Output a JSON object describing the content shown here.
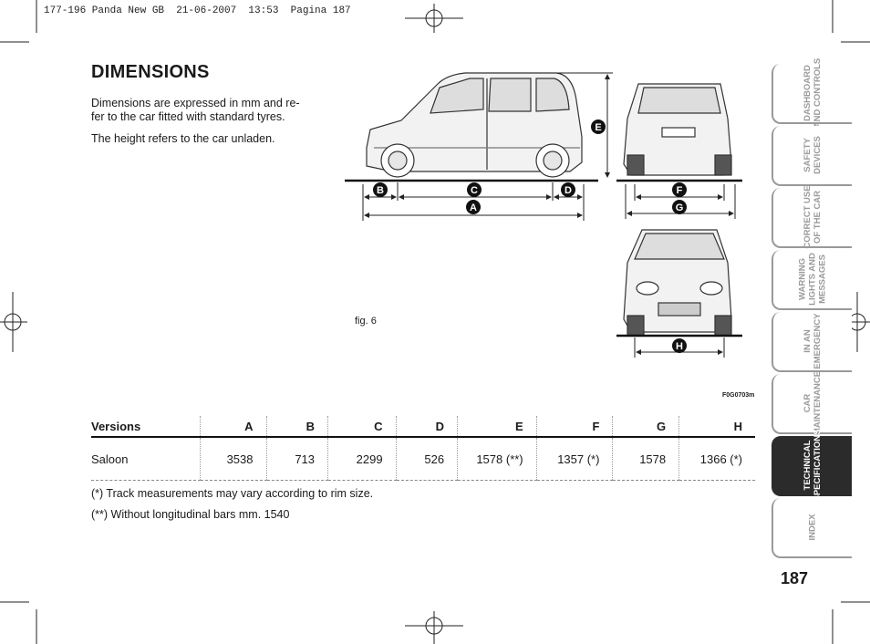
{
  "header": {
    "print_line": "177-196 Panda New GB  21-06-2007  13:53  Pagina 187"
  },
  "page": {
    "title": "DIMENSIONS",
    "number": "187"
  },
  "intro": [
    "Dimensions are expressed in mm and re-fer to the car fitted with standard tyres.",
    "The height refers to the car unladen."
  ],
  "figure": {
    "label": "fig. 6",
    "code": "F0G0703m",
    "markers": {
      "A": "A",
      "B": "B",
      "C": "C",
      "D": "D",
      "E": "E",
      "F": "F",
      "G": "G",
      "H": "H"
    }
  },
  "table": {
    "headers": [
      "Versions",
      "A",
      "B",
      "C",
      "D",
      "E",
      "F",
      "G",
      "H"
    ],
    "rows": [
      [
        "Saloon",
        "3538",
        "713",
        "2299",
        "526",
        "1578 (**)",
        "1357 (*)",
        "1578",
        "1366 (*)"
      ]
    ]
  },
  "notes": [
    "(*) Track measurements may vary according to rim size.",
    "(**) Without longitudinal bars mm. 1540"
  ],
  "tabs": [
    {
      "label": "DASHBOARD\nAND CONTROLS",
      "active": false
    },
    {
      "label": "SAFETY\nDEVICES",
      "active": false
    },
    {
      "label": "CORRECT USE\nOF THE CAR",
      "active": false
    },
    {
      "label": "WARNING\nLIGHTS AND\nMESSAGES",
      "active": false
    },
    {
      "label": "IN AN\nEMERGENCY",
      "active": false
    },
    {
      "label": "CAR\nMAINTENANCE",
      "active": false
    },
    {
      "label": "TECHNICAL\nSPECIFICATIONS",
      "active": true
    },
    {
      "label": "INDEX",
      "active": false
    }
  ]
}
